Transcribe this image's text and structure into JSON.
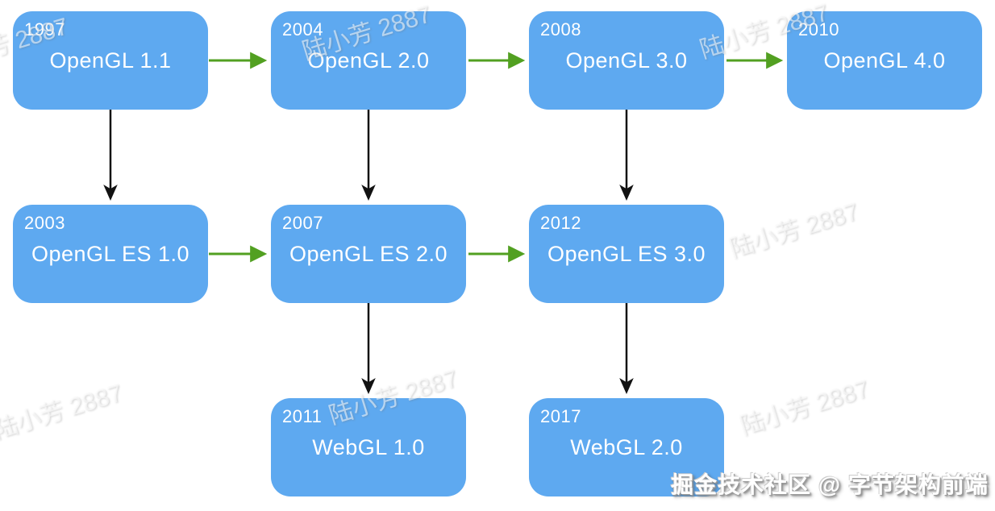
{
  "watermark": {
    "text": "陆小芳 2887",
    "credit": "掘金技术社区 @ 字节架构前端"
  },
  "colors": {
    "node_fill": "#5EA9F0",
    "node_text": "#FFFFFF",
    "arrow_green": "#52A021",
    "arrow_black": "#121212",
    "background": "#FFFFFF"
  },
  "diagram": {
    "type": "flowchart-timeline",
    "nodes": [
      {
        "id": "opengl-1-1",
        "year": "1997",
        "label": "OpenGL 1.1",
        "row": 1,
        "col": 1
      },
      {
        "id": "opengl-2-0",
        "year": "2004",
        "label": "OpenGL 2.0",
        "row": 1,
        "col": 2
      },
      {
        "id": "opengl-3-0",
        "year": "2008",
        "label": "OpenGL 3.0",
        "row": 1,
        "col": 3
      },
      {
        "id": "opengl-4-0",
        "year": "2010",
        "label": "OpenGL 4.0",
        "row": 1,
        "col": 4
      },
      {
        "id": "opengl-es-1-0",
        "year": "2003",
        "label": "OpenGL ES 1.0",
        "row": 2,
        "col": 1
      },
      {
        "id": "opengl-es-2-0",
        "year": "2007",
        "label": "OpenGL ES 2.0",
        "row": 2,
        "col": 2
      },
      {
        "id": "opengl-es-3-0",
        "year": "2012",
        "label": "OpenGL ES 3.0",
        "row": 2,
        "col": 3
      },
      {
        "id": "webgl-1-0",
        "year": "2011",
        "label": "WebGL 1.0",
        "row": 3,
        "col": 2
      },
      {
        "id": "webgl-2-0",
        "year": "2017",
        "label": "WebGL 2.0",
        "row": 3,
        "col": 3
      }
    ],
    "edges": [
      {
        "from": "OpenGL 1.1",
        "to": "OpenGL 2.0",
        "color": "green",
        "direction": "right"
      },
      {
        "from": "OpenGL 2.0",
        "to": "OpenGL 3.0",
        "color": "green",
        "direction": "right"
      },
      {
        "from": "OpenGL 3.0",
        "to": "OpenGL 4.0",
        "color": "green",
        "direction": "right"
      },
      {
        "from": "OpenGL ES 1.0",
        "to": "OpenGL ES 2.0",
        "color": "green",
        "direction": "right"
      },
      {
        "from": "OpenGL ES 2.0",
        "to": "OpenGL ES 3.0",
        "color": "green",
        "direction": "right"
      },
      {
        "from": "OpenGL 1.1",
        "to": "OpenGL ES 1.0",
        "color": "black",
        "direction": "down"
      },
      {
        "from": "OpenGL 2.0",
        "to": "OpenGL ES 2.0",
        "color": "black",
        "direction": "down"
      },
      {
        "from": "OpenGL 3.0",
        "to": "OpenGL ES 3.0",
        "color": "black",
        "direction": "down"
      },
      {
        "from": "OpenGL ES 2.0",
        "to": "WebGL 1.0",
        "color": "black",
        "direction": "down"
      },
      {
        "from": "OpenGL ES 3.0",
        "to": "WebGL 2.0",
        "color": "black",
        "direction": "down"
      }
    ]
  }
}
